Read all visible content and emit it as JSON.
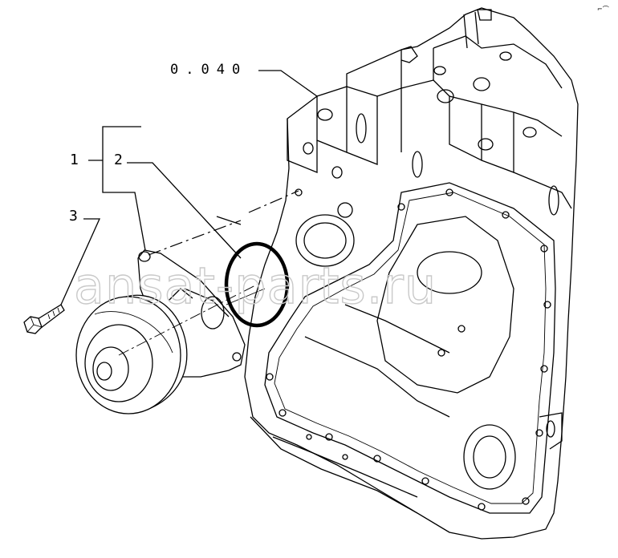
{
  "diagram": {
    "reference_label": "0.040",
    "callouts": [
      {
        "id": "1",
        "text": "1"
      },
      {
        "id": "2",
        "text": "2"
      },
      {
        "id": "3",
        "text": "3"
      }
    ],
    "watermark": "ansat-parts.ru",
    "corner_mark": "⌐⌒"
  }
}
